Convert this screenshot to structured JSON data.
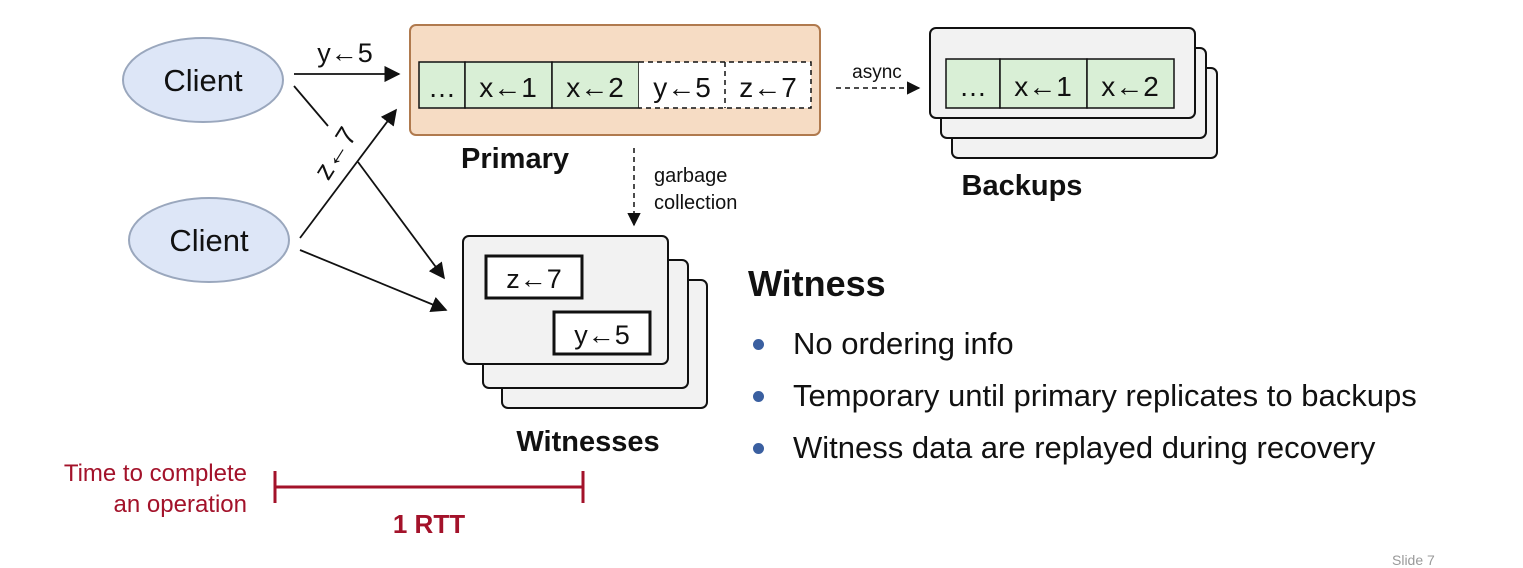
{
  "clients": [
    "Client",
    "Client"
  ],
  "primary": {
    "label": "Primary",
    "log": [
      "…",
      "x←1",
      "x←2",
      "y←5",
      "z←7"
    ]
  },
  "backups": {
    "label": "Backups",
    "log": [
      "…",
      "x←1",
      "x←2"
    ]
  },
  "witnesses": {
    "label": "Witnesses",
    "entries": [
      "z←7",
      "y←5"
    ]
  },
  "arrows": {
    "request_y": "y←5",
    "request_z": "z←7",
    "async": "async",
    "gc_line1": "garbage",
    "gc_line2": "collection"
  },
  "timing": {
    "label_line1": "Time to complete",
    "label_line2": "an operation",
    "rtt": "1 RTT"
  },
  "witness_info": {
    "heading": "Witness",
    "bullets": [
      "No ordering info",
      "Temporary until primary replicates to backups",
      "Witness data are replayed during recovery"
    ]
  },
  "slide_number": "Slide 7",
  "colors": {
    "client_fill": "#dde6f7",
    "client_stroke": "#9aa7bd",
    "primary_fill": "#f6dcc4",
    "primary_stroke": "#b07a4e",
    "cell_fill": "#d9efd6",
    "box_fill": "#f2f2f2",
    "accent_red": "#a3122a",
    "bullet": "#3a5fa0"
  }
}
